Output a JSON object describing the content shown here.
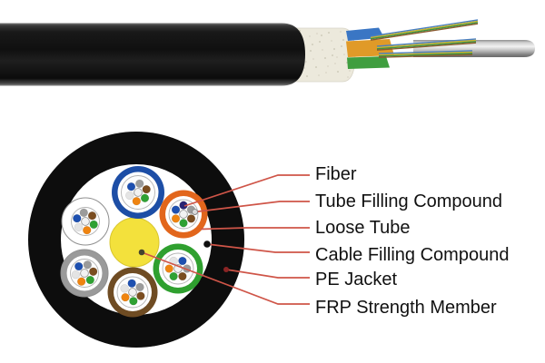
{
  "labels": [
    {
      "id": "fiber",
      "text": "Fiber"
    },
    {
      "id": "tube-filling-compound",
      "text": "Tube Filling Compound"
    },
    {
      "id": "loose-tube",
      "text": "Loose Tube"
    },
    {
      "id": "cable-filling-compound",
      "text": "Cable Filling Compound"
    },
    {
      "id": "pe-jacket",
      "text": "PE Jacket"
    },
    {
      "id": "frp-strength-member",
      "text": "FRP Strength Member"
    }
  ],
  "colors": {
    "background": "#ffffff",
    "label_text": "#111111",
    "leader_line": "#cf5548",
    "pe_jacket": "#0d0d0d",
    "cable_filling_white": "#ffffff",
    "frp_yellow": "#f3e13c",
    "frp_yellow_edge": "#d9c62e",
    "wrap_white": "#ece9dc",
    "tube_rings": {
      "blue": "#1d4ea6",
      "orange": "#e2661c",
      "green": "#2fa02f",
      "brown": "#6f4c23",
      "gray": "#9a9a9a",
      "white": "#ffffff"
    },
    "fiber_dots": [
      "#1e50b0",
      "#ef8410",
      "#2fa133",
      "#7b4d20",
      "#9b9b9b",
      "#e4e4e4"
    ],
    "fiber_pointed": "#2a2473",
    "ribbon_stripes": [
      "#4a7fc1",
      "#c9b430",
      "#3f923f",
      "#8a5a30"
    ],
    "stub_blue": "#3a76c4",
    "stub_orange": "#e09a28",
    "stub_green": "#3f9e3f"
  },
  "cross_section": {
    "tube_order": [
      "blue",
      "orange",
      "green",
      "brown",
      "gray",
      "white"
    ],
    "fibers_per_tube": 6
  }
}
